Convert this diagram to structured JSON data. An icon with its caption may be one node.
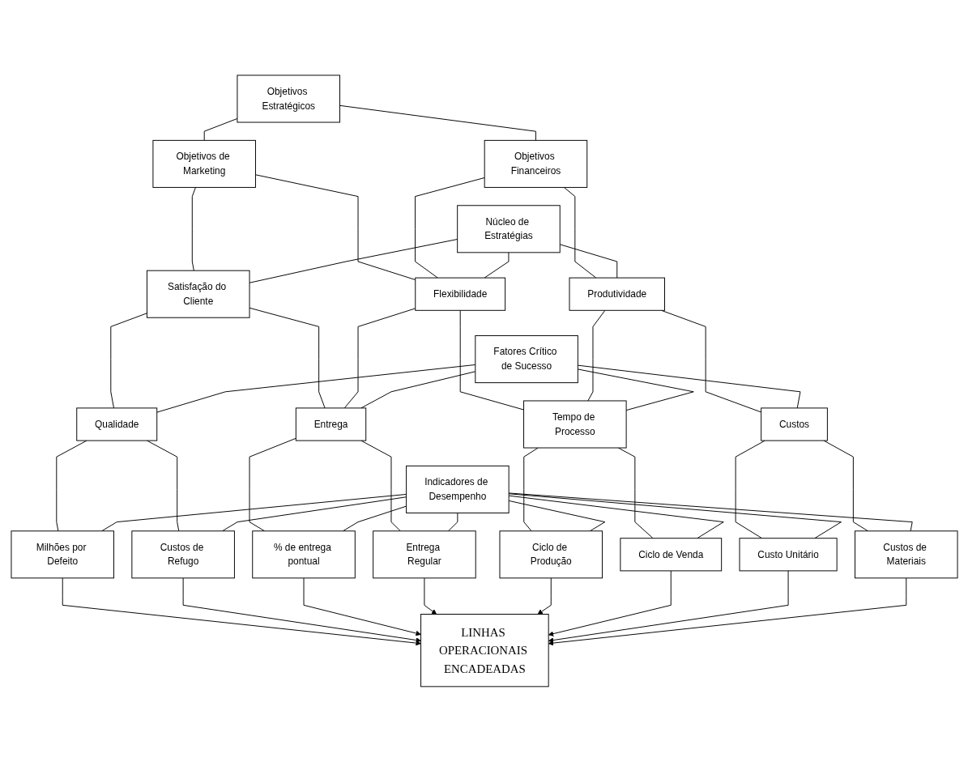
{
  "diagram": {
    "nodes": [
      {
        "text": [
          "Objetivos Estratégicos"
        ]
      },
      {
        "text": [
          "Objetivos de Marketing"
        ]
      },
      {
        "text": [
          "Objetivos Financeiros"
        ]
      },
      {
        "text": [
          "Núcleo de Estratégias"
        ]
      },
      {
        "text": [
          "Satisfação do Cliente"
        ]
      },
      {
        "text": [
          "Flexibilidade"
        ]
      },
      {
        "text": [
          "Produtividade"
        ]
      },
      {
        "text": [
          "Fatores Crítico de Sucesso"
        ]
      },
      {
        "text": [
          "Qualidade"
        ]
      },
      {
        "text": [
          "Entrega"
        ]
      },
      {
        "text": [
          "Tempo de Processo"
        ]
      },
      {
        "text": [
          "Custos"
        ]
      },
      {
        "text": [
          "Milhões por Defeito"
        ]
      },
      {
        "text": [
          "Custos de Refugo"
        ]
      },
      {
        "text": [
          "% de entrega pontual"
        ]
      },
      {
        "text": [
          "Entrega Regular"
        ]
      },
      {
        "text": [
          "Ciclo de Produção"
        ]
      },
      {
        "text": [
          "Ciclo de Venda"
        ]
      },
      {
        "text": [
          "Custo Unitário"
        ]
      },
      {
        "text": [
          "Custos de Materiais"
        ]
      },
      {
        "text": [
          "Indicadores de Desempenho"
        ]
      },
      {
        "text": [
          "LINHAS OPERACIONAIS ENCADEADAS"
        ]
      }
    ],
    "edges": [
      {
        "from": 0,
        "to": 1,
        "arrow": "none"
      },
      {
        "from": 0,
        "to": 2,
        "arrow": "none"
      },
      {
        "from": 1,
        "to": 4,
        "arrow": "none"
      },
      {
        "from": 1,
        "to": 5,
        "arrow": "none"
      },
      {
        "from": 2,
        "to": 5,
        "arrow": "none"
      },
      {
        "from": 2,
        "to": 6,
        "arrow": "none"
      },
      {
        "from": 3,
        "to": 4,
        "arrow": "none"
      },
      {
        "from": 3,
        "to": 5,
        "arrow": "none"
      },
      {
        "from": 3,
        "to": 6,
        "arrow": "none"
      },
      {
        "from": 4,
        "to": 8,
        "arrow": "none"
      },
      {
        "from": 4,
        "to": 9,
        "arrow": "none"
      },
      {
        "from": 5,
        "to": 9,
        "arrow": "none"
      },
      {
        "from": 5,
        "to": 10,
        "arrow": "none"
      },
      {
        "from": 6,
        "to": 10,
        "arrow": "none"
      },
      {
        "from": 6,
        "to": 11,
        "arrow": "none"
      },
      {
        "from": 7,
        "to": 8,
        "arrow": "none"
      },
      {
        "from": 7,
        "to": 9,
        "arrow": "none"
      },
      {
        "from": 7,
        "to": 10,
        "arrow": "none"
      },
      {
        "from": 7,
        "to": 11,
        "arrow": "none"
      },
      {
        "from": 8,
        "to": 12,
        "arrow": "none"
      },
      {
        "from": 8,
        "to": 13,
        "arrow": "none"
      },
      {
        "from": 9,
        "to": 14,
        "arrow": "none"
      },
      {
        "from": 9,
        "to": 15,
        "arrow": "none"
      },
      {
        "from": 10,
        "to": 16,
        "arrow": "none"
      },
      {
        "from": 10,
        "to": 17,
        "arrow": "none"
      },
      {
        "from": 11,
        "to": 18,
        "arrow": "none"
      },
      {
        "from": 11,
        "to": 19,
        "arrow": "none"
      },
      {
        "from": 20,
        "to": 12,
        "arrow": "none"
      },
      {
        "from": 20,
        "to": 13,
        "arrow": "none"
      },
      {
        "from": 20,
        "to": 14,
        "arrow": "none"
      },
      {
        "from": 20,
        "to": 15,
        "arrow": "none"
      },
      {
        "from": 20,
        "to": 16,
        "arrow": "none"
      },
      {
        "from": 20,
        "to": 17,
        "arrow": "none"
      },
      {
        "from": 20,
        "to": 18,
        "arrow": "none"
      },
      {
        "from": 20,
        "to": 19,
        "arrow": "none"
      },
      {
        "from": 12,
        "to": 21,
        "arrow": "to"
      },
      {
        "from": 13,
        "to": 21,
        "arrow": "to"
      },
      {
        "from": 14,
        "to": 21,
        "arrow": "to"
      },
      {
        "from": 15,
        "to": 21,
        "arrow": "to"
      },
      {
        "from": 16,
        "to": 21,
        "arrow": "to"
      },
      {
        "from": 17,
        "to": 21,
        "arrow": "to"
      },
      {
        "from": 18,
        "to": 21,
        "arrow": "to"
      },
      {
        "from": 19,
        "to": 21,
        "arrow": "to"
      }
    ]
  }
}
